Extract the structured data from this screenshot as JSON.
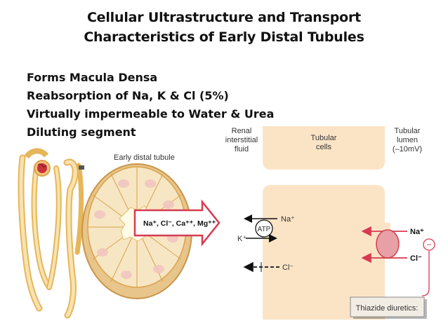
{
  "title_line1": "Cellular Ultrastructure and Transport",
  "title_line2": "Characteristics of Early Distal Tubules",
  "bullets": [
    "Forms Macula Densa",
    "Reabsorption of Na, K & Cl (5%)",
    "Virtually impermeable to Water & Urea",
    "Diluting segment"
  ],
  "tubule_label": "Early distal tubule",
  "ions_label": "Na⁺, Cl⁻, Ca⁺⁺, Mg⁺⁺",
  "renal_label": [
    "Renal",
    "interstitial",
    "fluid"
  ],
  "cells_label": [
    "Tubular",
    "cells"
  ],
  "lumen_label": [
    "Tubular",
    "lumen",
    "(–10mV)"
  ],
  "atp_label": "ATP",
  "na_label": "Na⁺",
  "k_label": "K⁺",
  "cl_label": "Cl⁻",
  "lumen_na_label": "Na⁺",
  "lumen_cl_label": "Cl⁻",
  "minus_label": "−",
  "thiazide_label": "Thiazide diuretics:",
  "colors": {
    "tubule_fill": "#f5d9a8",
    "tubule_outline": "#d9a24a",
    "cell_pink": "#f2c6c0",
    "arrow_red": "#d83a50",
    "cotransporter": "#e8a0a6",
    "membrane": "#fbe4c6"
  }
}
